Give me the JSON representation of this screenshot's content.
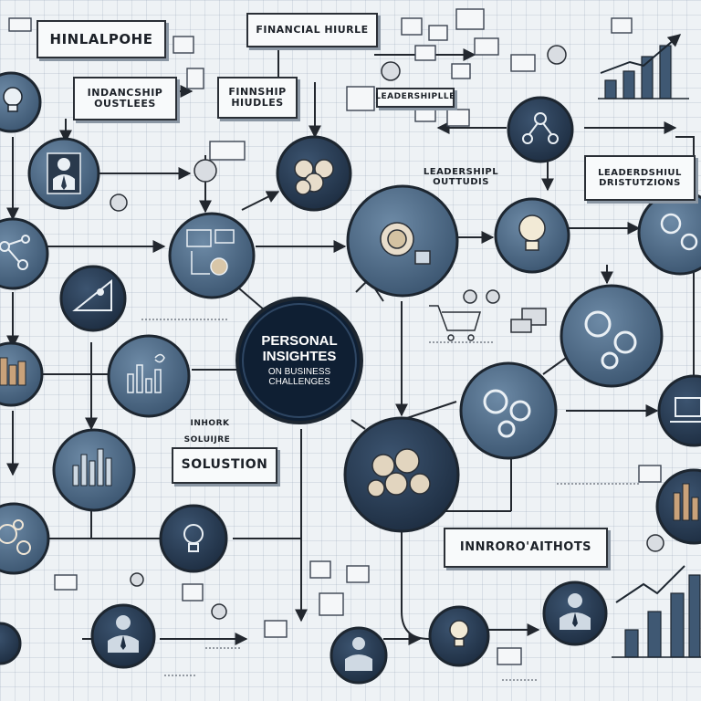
{
  "center": {
    "line1": "PERSONAL",
    "line2": "INSIGHTES",
    "line3": "ON BUSINESS",
    "line4": "CHALLENGES"
  },
  "labels": {
    "top_left": "HINLALPOHE",
    "top_center": "FINANCIAL HIURLE",
    "left_outstles": "INDANCSHIP OUSTLEES",
    "hiudles": "FINNSHIP HIUDLES",
    "upper_mid": "LEADERSHIPLLE",
    "leadership_outtudis": "LEADERSHIPL OUTTUDIS",
    "right_distutions": "LEADERDSHIUL DRISTUTZIONS",
    "solution_small1": "INHORK",
    "solution_small2": "SOLUIJRE",
    "solution": "SOLUSTION",
    "innovations": "INNRORO'AITHOTS"
  },
  "icons": [
    "tie-person-icon",
    "gears-icon",
    "lightbulb-icon",
    "coins-icon",
    "bar-chart-icon",
    "growth-arrow-icon",
    "shopping-cart-icon",
    "laptop-icon"
  ],
  "colors": {
    "node_fill": "#4e6a85",
    "node_dark": "#22344a",
    "center_fill": "#0f1f33",
    "ink": "#22272e",
    "paper": "#eef2f5"
  }
}
